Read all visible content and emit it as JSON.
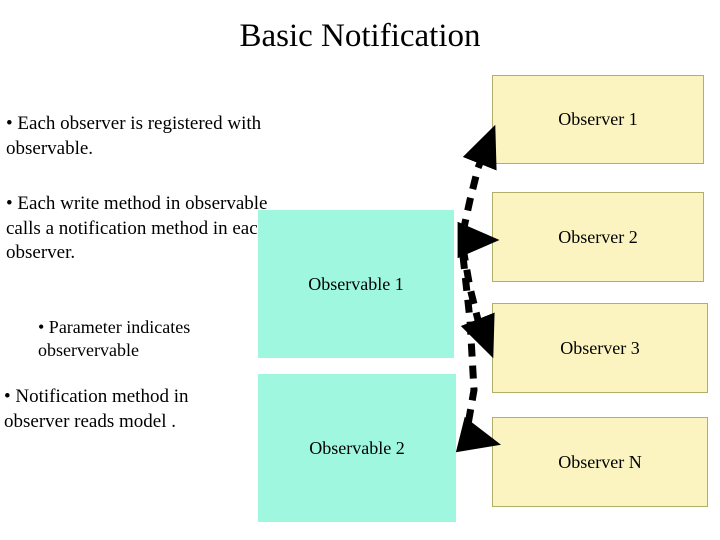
{
  "slide": {
    "title": "Basic Notification",
    "bullets": [
      "• Each observer is registered with observable.",
      "• Each write method in observable calls  a notification method in each observer.",
      "• Parameter indicates observervable",
      "• Notification method in observer reads model ."
    ],
    "observables": [
      {
        "label": "Observable 1"
      },
      {
        "label": "Observable 2"
      }
    ],
    "observers": [
      {
        "label": "Observer 1"
      },
      {
        "label": "Observer 2"
      },
      {
        "label": "Observer 3"
      },
      {
        "label": "Observer N"
      }
    ],
    "colors": {
      "observable_fill": "#9ff7e0",
      "observer_fill": "#fbf4c0",
      "observer_border": "#b0b06a",
      "arrow": "#000000",
      "text": "#000000",
      "background": "#ffffff"
    },
    "arrows": {
      "style": "dashed-thick-black",
      "count": 4,
      "description": "Dashed arrows from Observable 1 to Observer 1, Observer 2, Observer 3 and Observer N"
    }
  }
}
